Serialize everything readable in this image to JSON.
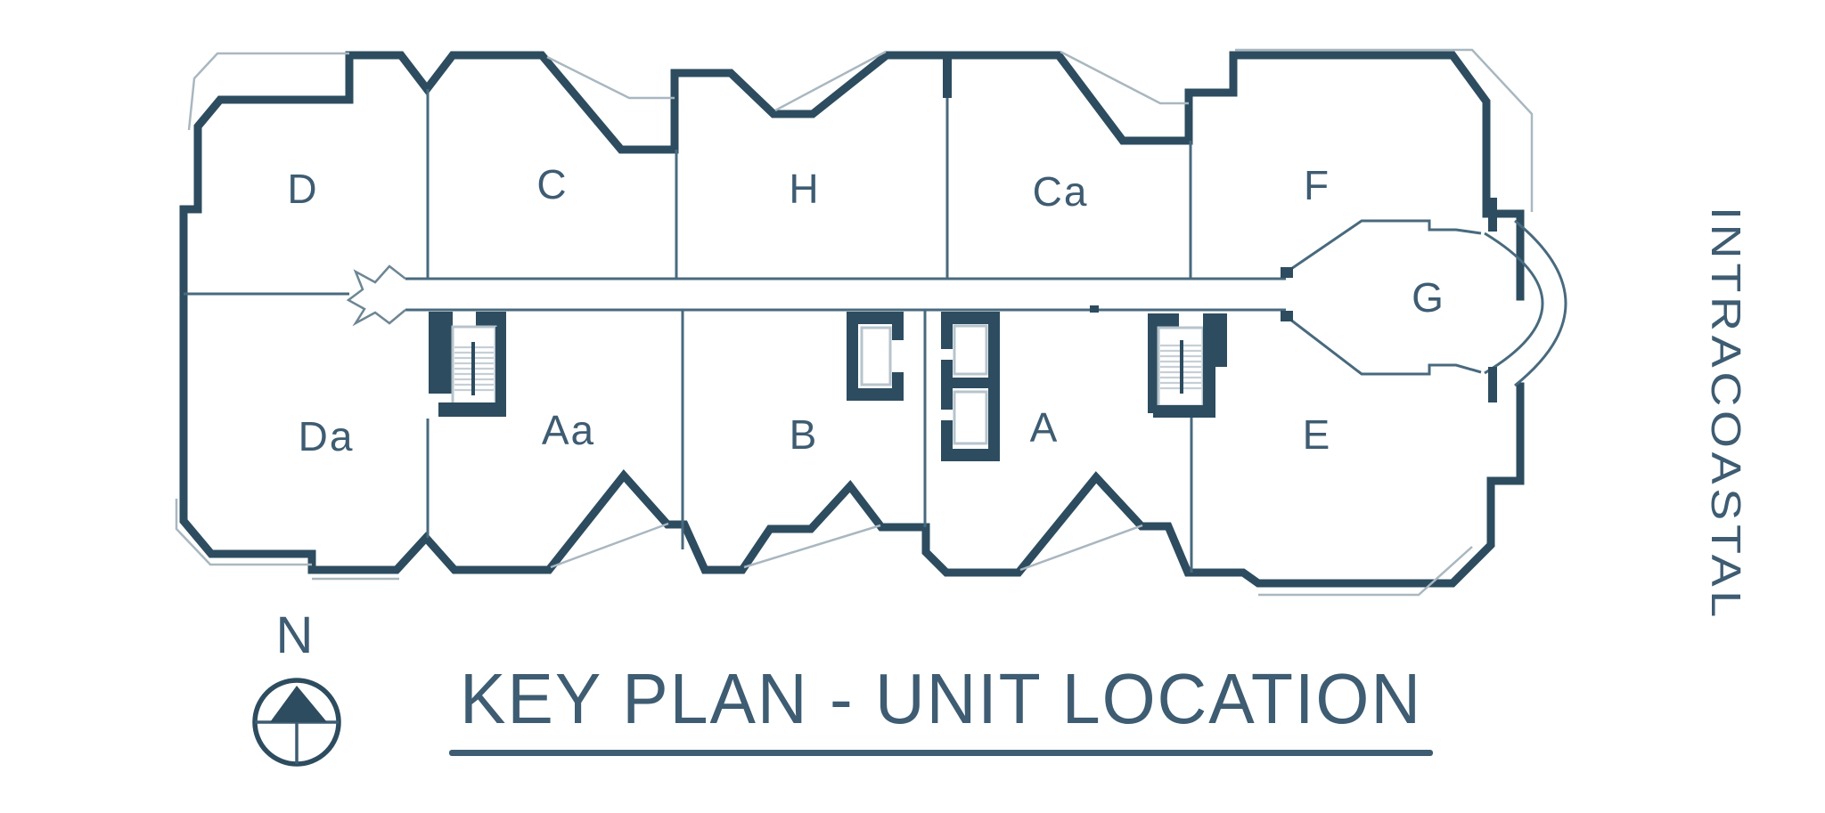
{
  "figure": {
    "title": "KEY PLAN - UNIT LOCATION",
    "waterfront_label": "INTRACOASTAL",
    "compass": {
      "north_label": "N"
    },
    "units": [
      {
        "label": "D"
      },
      {
        "label": "C"
      },
      {
        "label": "H"
      },
      {
        "label": "Ca"
      },
      {
        "label": "F"
      },
      {
        "label": "G"
      },
      {
        "label": "Da"
      },
      {
        "label": "Aa"
      },
      {
        "label": "B"
      },
      {
        "label": "A"
      },
      {
        "label": "E"
      }
    ],
    "colors": {
      "wall": "#2d4c5f",
      "thin_line": "#486a7e",
      "rail": "#a9b7c0",
      "text": "#3e5c72",
      "treads": "#c6cfd6",
      "background": "#ffffff"
    }
  }
}
